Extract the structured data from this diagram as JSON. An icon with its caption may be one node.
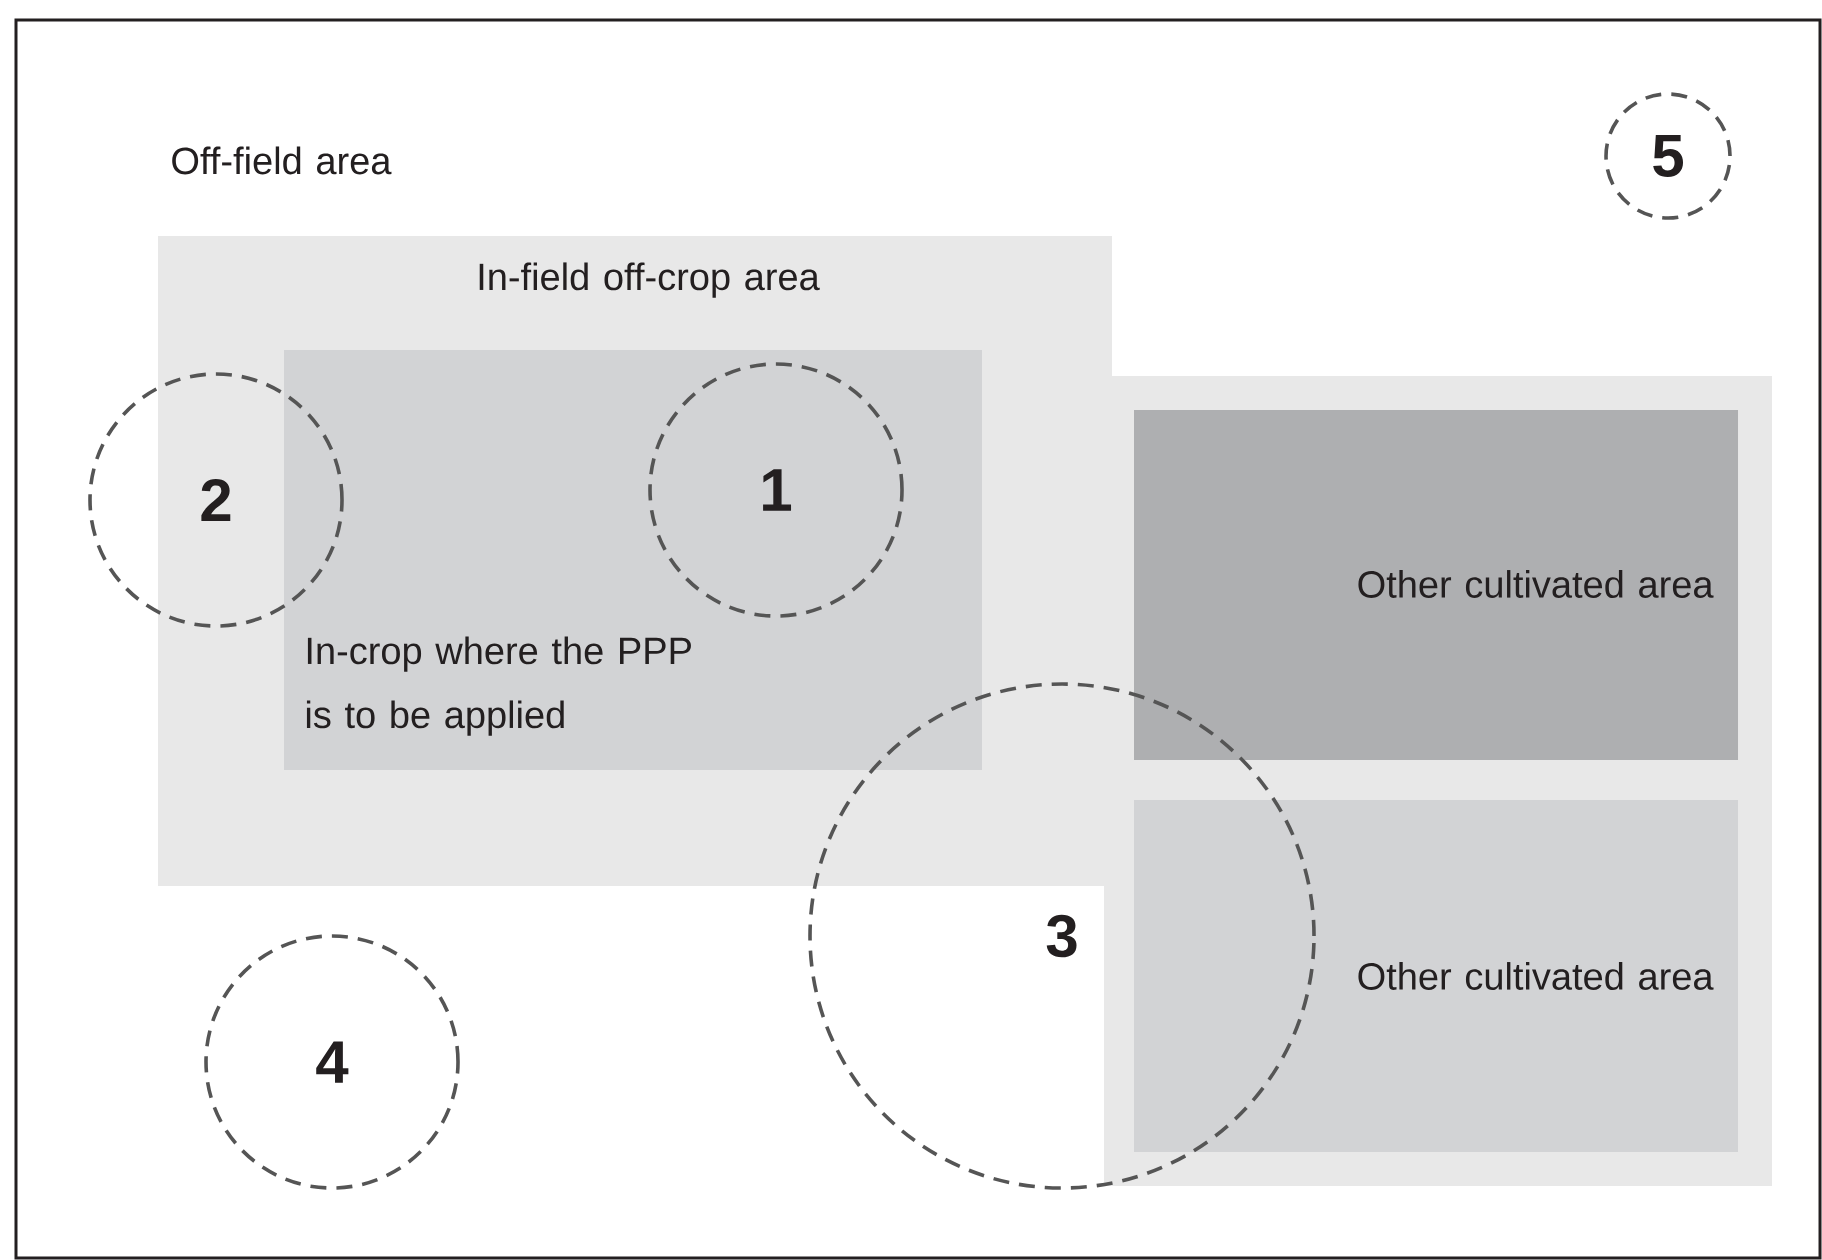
{
  "diagram": {
    "nodes": [
      {
        "text": [
          "Off-field area"
        ]
      },
      {
        "text": [
          "In-field off-crop area"
        ],
        "in": 0
      },
      {
        "text": [
          "In-crop where the PPP is to be applied"
        ],
        "in": 1
      },
      {
        "text": [
          "1"
        ],
        "in": 2
      },
      {
        "text": [
          "2"
        ],
        "in": 0
      },
      {
        "text": [],
        "shape": "box",
        "in": 0
      },
      {
        "text": [
          "Other cultivated area"
        ],
        "in": 5
      },
      {
        "text": [
          "Other cultivated area"
        ],
        "in": 5
      },
      {
        "text": [
          "3"
        ],
        "in": 0
      },
      {
        "text": [
          "4"
        ],
        "in": 0
      },
      {
        "text": [
          "5"
        ],
        "in": 0
      }
    ]
  }
}
